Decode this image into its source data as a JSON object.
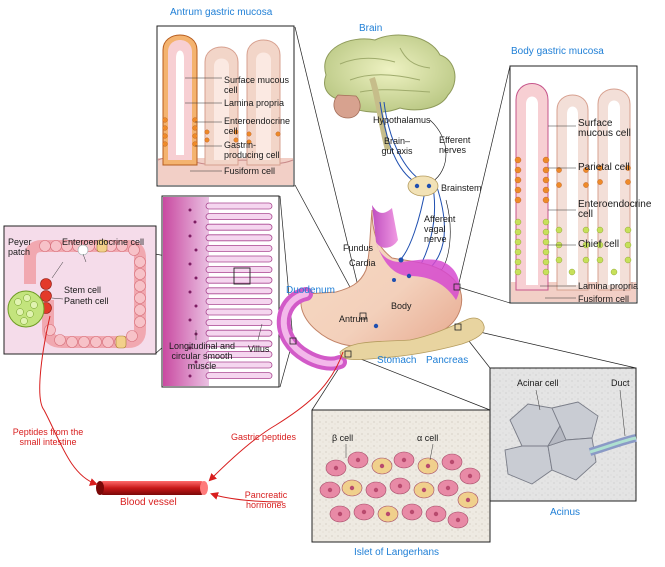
{
  "colors": {
    "accent_blue": "#1f7fd6",
    "pathway_red": "#d81e1e",
    "vessel_red": "#c81818",
    "mucosa_pink": "#f1c2c4",
    "endocrine_orange": "#ee8a2a",
    "chief_green": "#c7e05a",
    "islet_beta": "#e88aa6",
    "islet_alpha": "#f0d08c",
    "acinar_gray": "#c9ccd3"
  },
  "panels": {
    "antrum": {
      "title": "Antrum gastric mucosa",
      "labels": [
        "Surface mucous cell",
        "Lamina propria",
        "Enteroendocrine cell",
        "Gastrin-producing cell",
        "Fusiform cell"
      ]
    },
    "body": {
      "title": "Body gastric mucosa",
      "labels": [
        "Surface mucous cell",
        "Parietal cell",
        "Enteroendocrine cell",
        "Chief cell",
        "Lamina propria",
        "Fusiform cell"
      ]
    },
    "intestine": {
      "labels": [
        "Peyer patch",
        "Enteroendocrine cell",
        "Stem cell",
        "Paneth cell"
      ]
    },
    "villi": {
      "labels": [
        "Longitudinal and circular smooth muscle",
        "Villus"
      ]
    },
    "acinus": {
      "title": "Acinus",
      "labels": [
        "Acinar cell",
        "Duct"
      ]
    },
    "islet": {
      "title": "Islet of Langerhans",
      "labels": [
        "β cell",
        "α cell"
      ]
    }
  },
  "center": {
    "brain": "Brain",
    "hypothalamus": "Hypothalamus",
    "brain_gut_axis": "Brain–gut axis",
    "efferent": "Efferent nerves",
    "brainstem": "Brainstem",
    "afferent": "Afferent vagal nerve",
    "fundus": "Fundus",
    "cardia": "Cardia",
    "body": "Body",
    "antrum": "Antrum",
    "stomach": "Stomach",
    "pancreas": "Pancreas",
    "duodenum": "Duodenum"
  },
  "pathways": {
    "small_intestine_peptides": "Peptides from the small intestine",
    "gastric_peptides": "Gastric peptides",
    "pancreatic_hormones": "Pancreatic hormones",
    "blood_vessel": "Blood vessel"
  }
}
